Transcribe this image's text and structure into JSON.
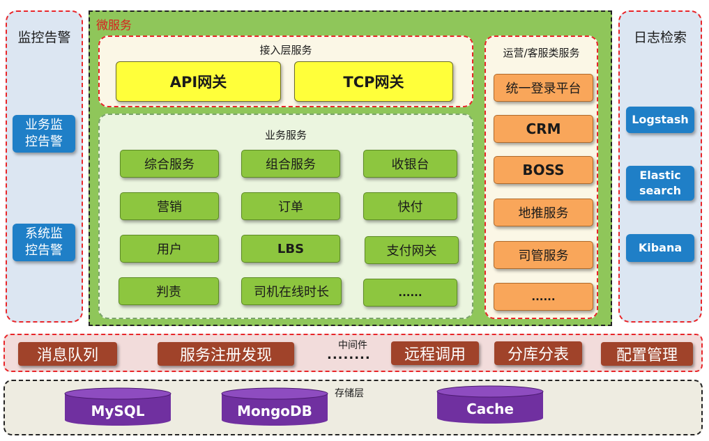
{
  "monitor": {
    "title": "监控告警",
    "items": [
      "业务监\n控告警",
      "系统监\n控告警"
    ]
  },
  "microservice": {
    "title": "微服务",
    "access": {
      "title": "接入层服务",
      "items": [
        "API网关",
        "TCP网关"
      ]
    },
    "business": {
      "title": "业务服务",
      "items": [
        "综合服务",
        "组合服务",
        "收银台",
        "营销",
        "订单",
        "快付",
        "用户",
        "LBS",
        "支付网关",
        "判责",
        "司机在线时长",
        "......"
      ]
    },
    "ops": {
      "title": "运营/客服类服务",
      "items": [
        "统一登录平台",
        "CRM",
        "BOSS",
        "地推服务",
        "司管服务",
        "......"
      ]
    }
  },
  "logs": {
    "title": "日志检索",
    "items": [
      "Logstash",
      "Elastic\nsearch",
      "Kibana"
    ]
  },
  "middleware": {
    "title": "中间件",
    "dots": "........",
    "items": [
      "消息队列",
      "服务注册发现",
      "远程调用",
      "分库分表",
      "配置管理"
    ]
  },
  "storage": {
    "title": "存储层",
    "items": [
      "MySQL",
      "MongoDB",
      "Cache"
    ]
  },
  "colors": {
    "monitor_bg": "#dce6f2",
    "blue": "#1f7fc7",
    "micro_bg": "#8fc65a",
    "yellow": "#ffff3a",
    "green": "#8dc63f",
    "orange": "#f9a65a",
    "brown": "#a0432a",
    "purple": "#7030a0",
    "dash_red": "#e8262a"
  }
}
